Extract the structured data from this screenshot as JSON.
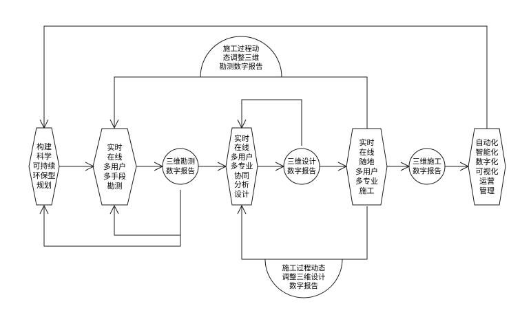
{
  "nodes": {
    "plan": [
      "构建",
      "科学",
      "可持续",
      "环保型",
      "规划"
    ],
    "survey": [
      "实时",
      "在线",
      "多用户",
      "多手段",
      "勘测"
    ],
    "survey_report": [
      "三维勘测",
      "数字报告"
    ],
    "design": [
      "实时",
      "在线",
      "多用户",
      "多专业",
      "协同",
      "分析",
      "设计"
    ],
    "design_report": [
      "三维设计",
      "数字报告"
    ],
    "construct": [
      "实时",
      "在线",
      "随地",
      "多用户",
      "多专业",
      "施工"
    ],
    "construct_report": [
      "三维施工",
      "数字报告"
    ],
    "operate": [
      "自动化",
      "智能化",
      "数字化",
      "可视化",
      "运营",
      "管理"
    ]
  },
  "feedback": {
    "top": [
      "施工过程动",
      "态调整三维",
      "勘测数字报告"
    ],
    "bottom": [
      "施工过程动态",
      "调整三维设计",
      "数字报告"
    ]
  }
}
